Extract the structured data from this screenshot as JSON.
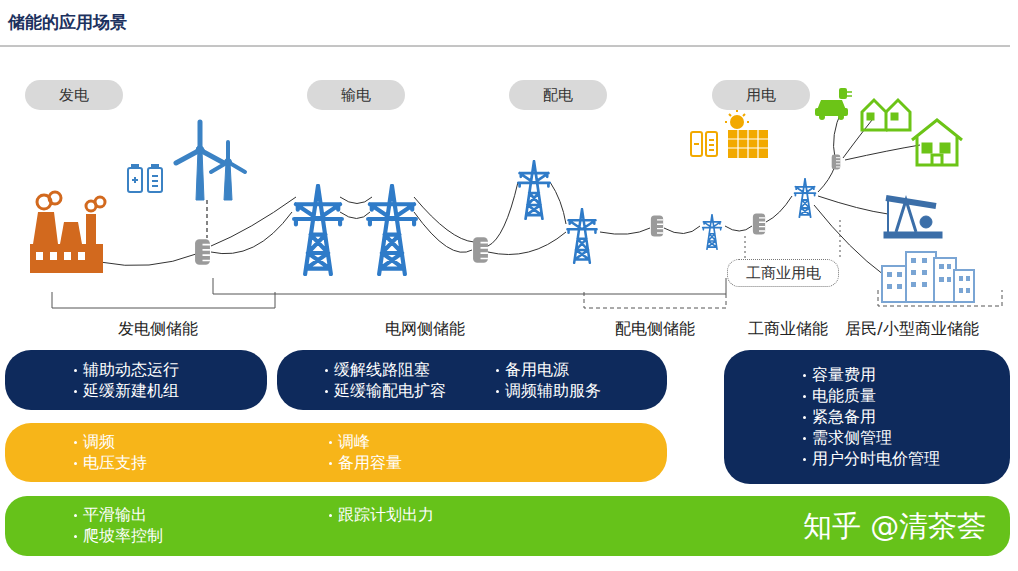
{
  "diagram": {
    "title": "储能的应用场景",
    "nodes": [
      {
        "text": [
          "发电"
        ]
      },
      {
        "text": [
          "输电"
        ]
      },
      {
        "text": [
          "配电"
        ]
      },
      {
        "text": [
          "用电"
        ]
      },
      {
        "text": [
          "工商业用电"
        ]
      },
      {
        "text": [
          "辅助动态运行",
          "延缓新建机组"
        ]
      },
      {
        "text": [
          "缓解线路阻塞",
          "备用电源",
          "延缓输配电扩容",
          "调频辅助服务"
        ]
      },
      {
        "text": [
          "容量费用",
          "电能质量",
          "紧急备用",
          "需求侧管理",
          "用户分时电价管理"
        ]
      },
      {
        "text": [
          "调频",
          "调峰",
          "电压支持",
          "备用容量"
        ]
      },
      {
        "text": [
          "平滑输出",
          "跟踪计划出力",
          "爬坡率控制"
        ]
      }
    ],
    "labels": [
      "发电侧储能",
      "电网侧储能",
      "配电侧储能",
      "工商业储能",
      "居民/小型商业储能",
      "知乎 @清茶荟"
    ]
  }
}
